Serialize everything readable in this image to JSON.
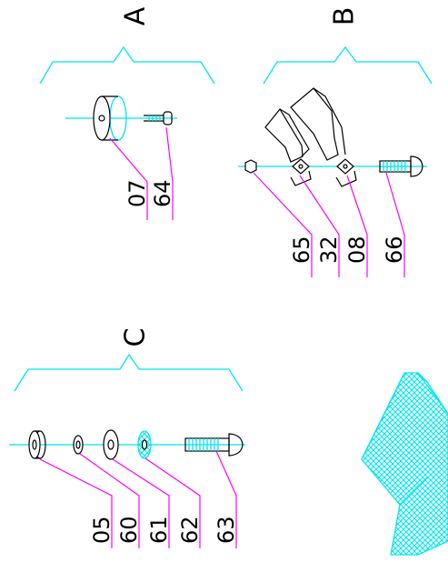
{
  "colors": {
    "leader": "#ff00ff",
    "axis": "#00e5ee",
    "outline": "#000000",
    "hatch": "#00e5ee",
    "background": "#ffffff"
  },
  "groups": {
    "a": {
      "title": "A",
      "parts": [
        "07",
        "64"
      ]
    },
    "b": {
      "title": "B",
      "parts": [
        "65",
        "32",
        "08",
        "66"
      ]
    },
    "c": {
      "title": "C",
      "parts": [
        "05",
        "60",
        "61",
        "62",
        "63"
      ]
    }
  }
}
